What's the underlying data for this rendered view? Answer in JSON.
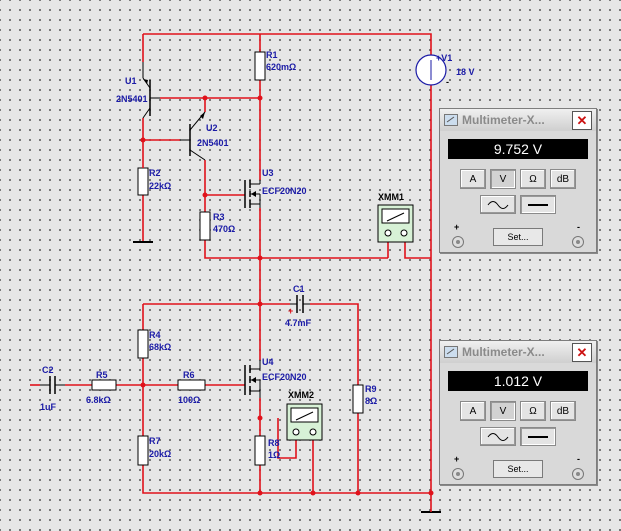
{
  "components": {
    "U1": {
      "ref": "U1",
      "value": "2N5401"
    },
    "U2": {
      "ref": "U2",
      "value": "2N5401"
    },
    "U3": {
      "ref": "U3",
      "value": "ECF20N20"
    },
    "U4": {
      "ref": "U4",
      "value": "ECF20N20"
    },
    "R1": {
      "ref": "R1",
      "value": "620mΩ"
    },
    "R2": {
      "ref": "R2",
      "value": "22kΩ"
    },
    "R3": {
      "ref": "R3",
      "value": "470Ω"
    },
    "R4": {
      "ref": "R4",
      "value": "68kΩ"
    },
    "R5": {
      "ref": "R5",
      "value": "6.8kΩ"
    },
    "R6": {
      "ref": "R6",
      "value": "100Ω"
    },
    "R7": {
      "ref": "R7",
      "value": "20kΩ"
    },
    "R8": {
      "ref": "R8",
      "value": "1Ω"
    },
    "R9": {
      "ref": "R9",
      "value": "8Ω"
    },
    "C1": {
      "ref": "C1",
      "value": "4.7mF",
      "polarity": "+"
    },
    "C2": {
      "ref": "C2",
      "value": "1uF"
    },
    "V1": {
      "ref": "V1",
      "value": "18 V",
      "plus": "+",
      "minus": "-"
    },
    "XMM1": {
      "ref": "XMM1"
    },
    "XMM2": {
      "ref": "XMM2"
    }
  },
  "multimeters": [
    {
      "title": "Multimeter-X...",
      "reading": "9.752 V",
      "modes": [
        "A",
        "V",
        "Ω",
        "dB"
      ],
      "active_mode": "V",
      "set_label": "Set...",
      "plus": "+",
      "minus": "-"
    },
    {
      "title": "Multimeter-X...",
      "reading": "1.012 V",
      "modes": [
        "A",
        "V",
        "Ω",
        "dB"
      ],
      "active_mode": "V",
      "set_label": "Set...",
      "plus": "+",
      "minus": "-"
    }
  ],
  "colors": {
    "wire": "#e0121b",
    "label": "#1a1aa6",
    "component": "#000000",
    "grid_dot": "#555555",
    "background": "#e6e6e6"
  }
}
